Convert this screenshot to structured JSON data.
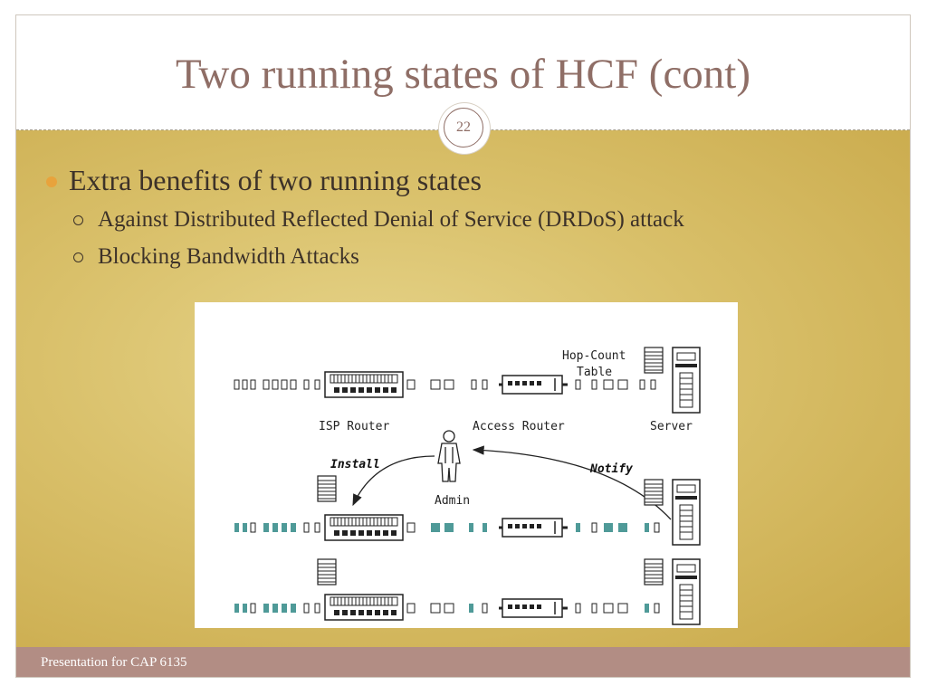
{
  "slide": {
    "title": "Two running states of HCF (cont)",
    "number": "22",
    "footer": "Presentation for CAP 6135"
  },
  "bullets": {
    "main": "Extra benefits of two running states",
    "sub": [
      "Against Distributed Reflected Denial of Service (DRDoS) attack",
      "Blocking Bandwidth Attacks"
    ]
  },
  "diagram": {
    "labels": {
      "hop_count_line1": "Hop-Count",
      "hop_count_line2": "Table",
      "isp_router": "ISP Router",
      "access_router": "Access Router",
      "server": "Server",
      "install": "Install",
      "notify": "Notify",
      "admin": "Admin"
    },
    "colors": {
      "packet_highlight": "#4f9a98",
      "line": "#222222"
    },
    "icons": [
      "router-icon",
      "switch-icon",
      "server-icon",
      "table-icon",
      "person-icon"
    ]
  }
}
